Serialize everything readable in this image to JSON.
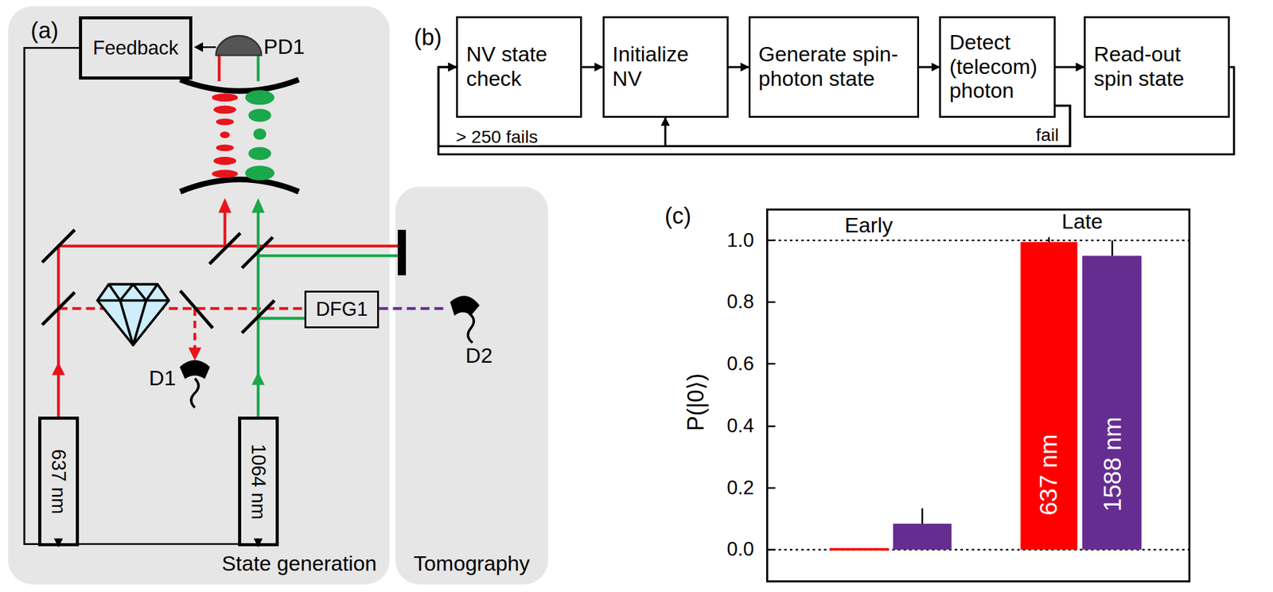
{
  "diagram": {
    "nodes": [
      {
        "text": [
          "State generation"
        ]
      },
      {
        "text": [
          "Tomography"
        ]
      },
      {
        "text": [
          "Feedback"
        ],
        "in": 0
      },
      {
        "text": [
          "637 nm"
        ],
        "in": 0
      },
      {
        "text": [
          "1064 nm"
        ],
        "in": 0
      },
      {
        "text": [
          "DFG1"
        ],
        "in": 0
      },
      {
        "text": [
          "NV state check"
        ]
      },
      {
        "text": [
          "Initialize NV"
        ]
      },
      {
        "text": [
          "Generate spin-photon state"
        ]
      },
      {
        "text": [
          "Detect (telecom) photon"
        ]
      },
      {
        "text": [
          "Read-out spin state"
        ]
      }
    ],
    "edges": [
      {
        "from": 2,
        "to": 3,
        "arrow": "to"
      },
      {
        "from": 2,
        "to": 4,
        "arrow": "to"
      },
      {
        "from": 6,
        "to": 7,
        "arrow": "to"
      },
      {
        "from": 7,
        "to": 8,
        "arrow": "to"
      },
      {
        "from": 8,
        "to": 9,
        "arrow": "to"
      },
      {
        "from": 9,
        "to": 10,
        "arrow": "to"
      },
      {
        "from": 9,
        "to": 7,
        "label": "fail",
        "arrow": "to"
      },
      {
        "from": 9,
        "to": 6,
        "label": "> 250 fails",
        "arrow": "to"
      },
      {
        "from": 10,
        "to": 6,
        "arrow": "to"
      }
    ],
    "labels": [
      "(a)",
      "PD1",
      "D1",
      "D2",
      "(b)",
      "(c)",
      "Early",
      "Late",
      "1.0",
      "0.8",
      "0.6",
      "0.4",
      "0.2",
      "0.0",
      "P(|0⟩)",
      "637 nm",
      "1588 nm"
    ]
  }
}
